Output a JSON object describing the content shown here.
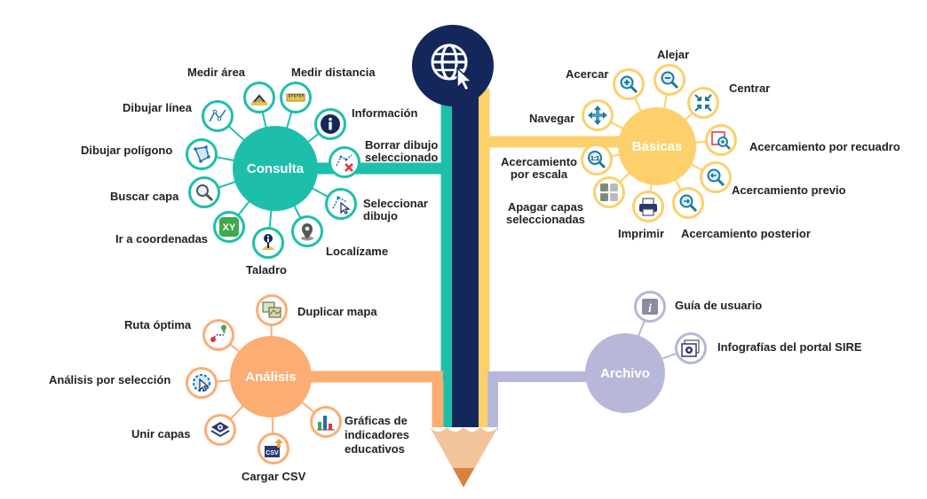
{
  "colors": {
    "consulta": "#1ebfaa",
    "basicas": "#fdd06b",
    "analisis": "#fbad73",
    "archivo": "#b6b7d9",
    "navy": "#14275a",
    "pencil_tip": "#f3c39a",
    "pencil_lead": "#d6843c"
  },
  "hubs": {
    "consulta": "Consulta",
    "basicas": "Básicas",
    "analisis": "Análisis",
    "archivo": "Archivo"
  },
  "consulta": {
    "medir_area": "Medir área",
    "medir_distancia": "Medir distancia",
    "informacion": "Información",
    "borrar_dibujo_l1": "Borrar dibujo",
    "borrar_dibujo_l2": "seleccionado",
    "seleccionar_dibujo_l1": "Seleccionar",
    "seleccionar_dibujo_l2": "dibujo",
    "localizame": "Localízame",
    "taladro": "Taladro",
    "ir_coordenadas": "Ir a coordenadas",
    "buscar_capa": "Buscar capa",
    "dibujar_poligono": "Dibujar polígono",
    "dibujar_linea": "Dibujar línea"
  },
  "basicas": {
    "acercar": "Acercar",
    "alejar": "Alejar",
    "centrar": "Centrar",
    "navegar": "Navegar",
    "acercamiento_recuadro": "Acercamiento por recuadro",
    "acercamiento_escala_l1": "Acercamiento",
    "acercamiento_escala_l2": "por escala",
    "acercamiento_previo": "Acercamiento previo",
    "apagar_capas_l1": "Apagar capas",
    "apagar_capas_l2": "seleccionadas",
    "imprimir": "Imprimir",
    "acercamiento_posterior": "Acercamiento posterior"
  },
  "analisis": {
    "duplicar_mapa": "Duplicar mapa",
    "ruta_optima": "Ruta óptima",
    "analisis_seleccion": "Análisis por selección",
    "unir_capas": "Unir capas",
    "cargar_csv": "Cargar CSV",
    "graficas_l1": "Gráficas de",
    "graficas_l2": "indicadores",
    "graficas_l3": "educativos",
    "csv_badge": "CSV"
  },
  "archivo": {
    "guia_usuario": "Guía de usuario",
    "infografias": "Infografías del portal SIRE"
  },
  "icons": {
    "top": "globe-cursor-icon",
    "consulta": [
      "measure-area-icon",
      "ruler-icon",
      "info-icon",
      "erase-drawing-icon",
      "select-drawing-icon",
      "map-pin-icon",
      "drill-icon",
      "xy-coordinates-icon",
      "magnifier-icon",
      "polygon-icon",
      "polyline-icon"
    ],
    "basicas": [
      "zoom-in-icon",
      "zoom-out-icon",
      "center-icon",
      "pan-icon",
      "zoom-box-icon",
      "zoom-scale-icon",
      "zoom-previous-icon",
      "layers-off-icon",
      "printer-icon",
      "zoom-next-icon"
    ],
    "analisis": [
      "duplicate-map-icon",
      "route-icon",
      "selection-analysis-icon",
      "merge-layers-icon",
      "csv-upload-icon",
      "bar-chart-icon"
    ],
    "archivo": [
      "user-guide-icon",
      "infographic-icon"
    ]
  }
}
